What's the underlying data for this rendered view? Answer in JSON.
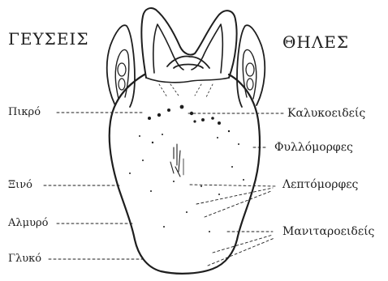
{
  "headings": {
    "left": "ΓΕΥΣΕΙΣ",
    "right": "ΘΗΛΕΣ"
  },
  "tastes": {
    "bitter": "Πικρό",
    "sour": "Ξινό",
    "salty": "Αλμυρό",
    "sweet": "Γλυκό"
  },
  "papillae": {
    "circumvallate": "Καλυκοειδείς",
    "foliate": "Φυλλόμορφες",
    "filiform": "Λεπτόμορφες",
    "fungiform": "Μανιταροειδείς"
  },
  "colors": {
    "ink": "#1e1e1e",
    "paper": "#ffffff"
  }
}
